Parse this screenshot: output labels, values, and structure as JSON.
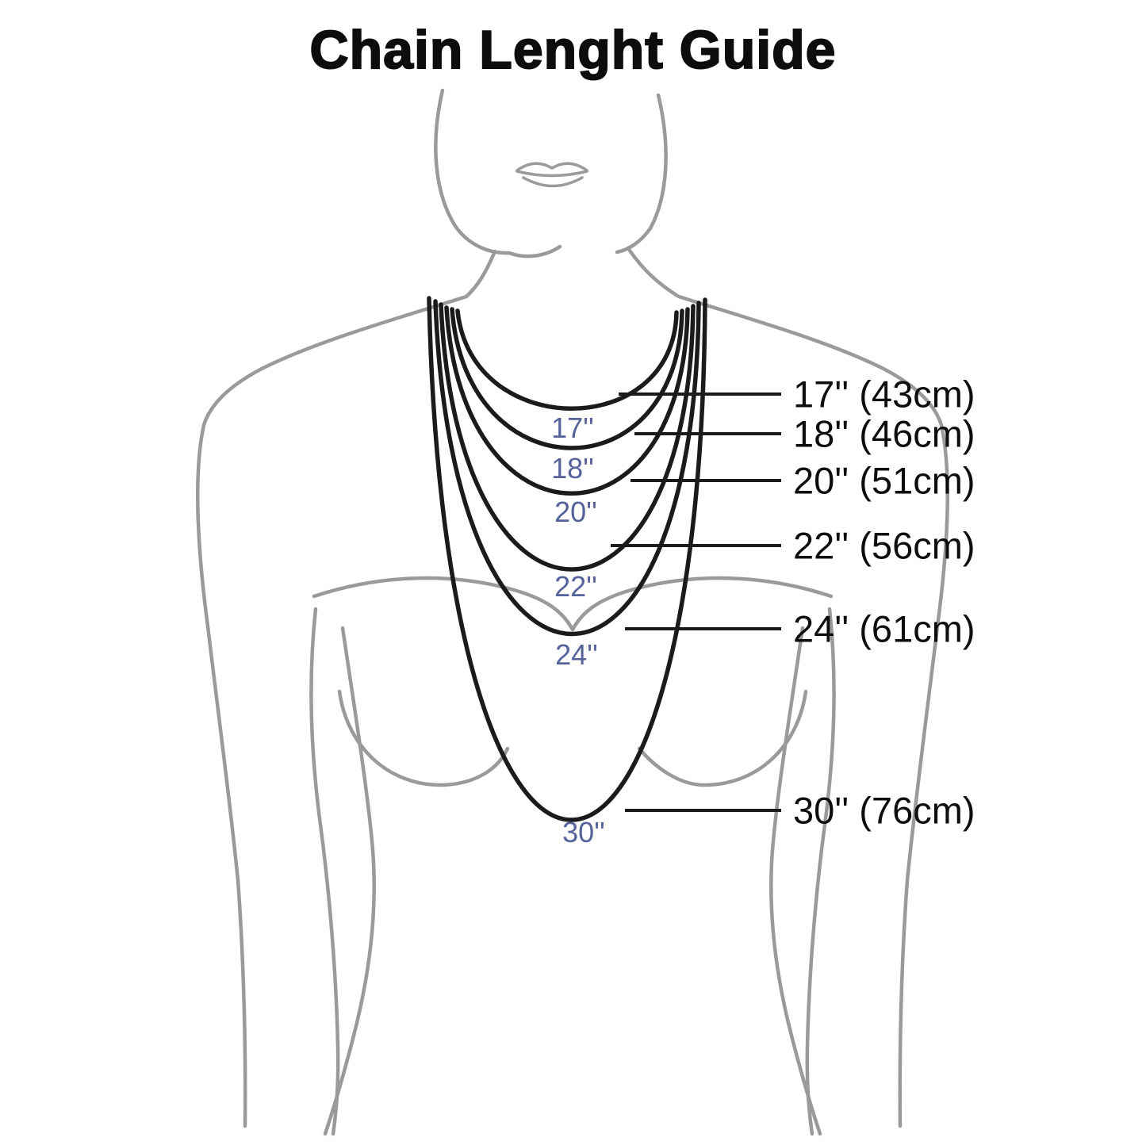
{
  "title": "Chain Lenght Guide",
  "colors": {
    "ink": "#0d0d0d",
    "chain": "#1b1b1b",
    "figure": "#9a9a9a",
    "label": "#56639a"
  },
  "chains": [
    {
      "inches": 17,
      "cm": 43,
      "inner_label": "17''",
      "side_label": "17'' (43cm)"
    },
    {
      "inches": 18,
      "cm": 46,
      "inner_label": "18''",
      "side_label": "18'' (46cm)"
    },
    {
      "inches": 20,
      "cm": 51,
      "inner_label": "20''",
      "side_label": "20'' (51cm)"
    },
    {
      "inches": 22,
      "cm": 56,
      "inner_label": "22''",
      "side_label": "22'' (56cm)"
    },
    {
      "inches": 24,
      "cm": 61,
      "inner_label": "24''",
      "side_label": "24'' (61cm)"
    },
    {
      "inches": 30,
      "cm": 76,
      "inner_label": "30''",
      "side_label": "30'' (76cm)"
    }
  ]
}
